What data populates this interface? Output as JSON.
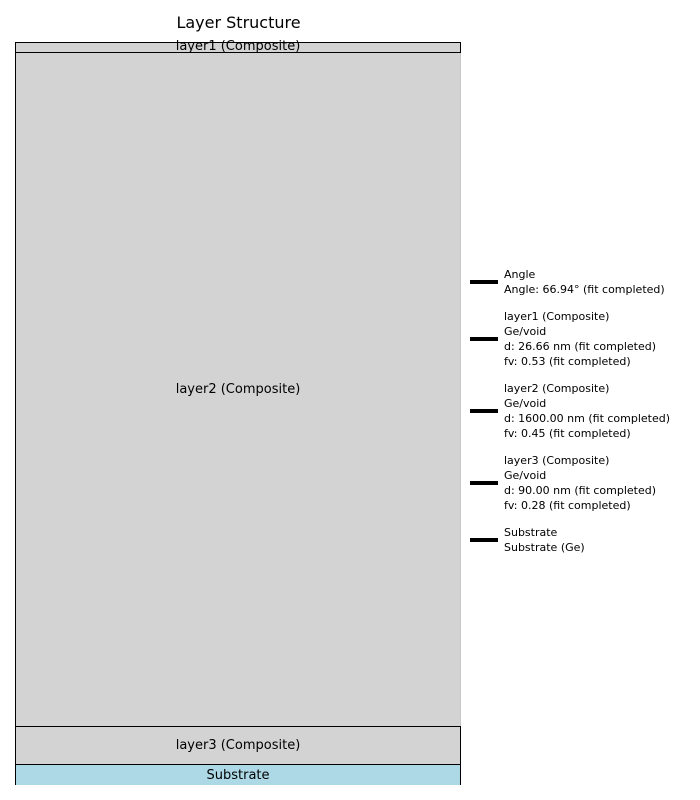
{
  "diagram": {
    "title": "Layer Structure",
    "layers": [
      {
        "label": "layer1 (Composite)",
        "color": "#d3d3d3"
      },
      {
        "label": "layer2 (Composite)",
        "color": "#d3d3d3"
      },
      {
        "label": "layer3 (Composite)",
        "color": "#d3d3d3"
      },
      {
        "label": "Substrate",
        "color": "#add8e6"
      }
    ]
  },
  "legend": {
    "items": [
      {
        "lines": [
          "Angle",
          "Angle: 66.94° (fit completed)"
        ]
      },
      {
        "lines": [
          "layer1 (Composite)",
          "Ge/void",
          "d: 26.66 nm (fit completed)",
          "fv: 0.53 (fit completed)"
        ]
      },
      {
        "lines": [
          "layer2 (Composite)",
          "Ge/void",
          "d: 1600.00 nm (fit completed)",
          "fv: 0.45 (fit completed)"
        ]
      },
      {
        "lines": [
          "layer3 (Composite)",
          "Ge/void",
          "d: 90.00 nm (fit completed)",
          "fv: 0.28 (fit completed)"
        ]
      },
      {
        "lines": [
          "Substrate",
          "Substrate (Ge)"
        ]
      }
    ]
  }
}
